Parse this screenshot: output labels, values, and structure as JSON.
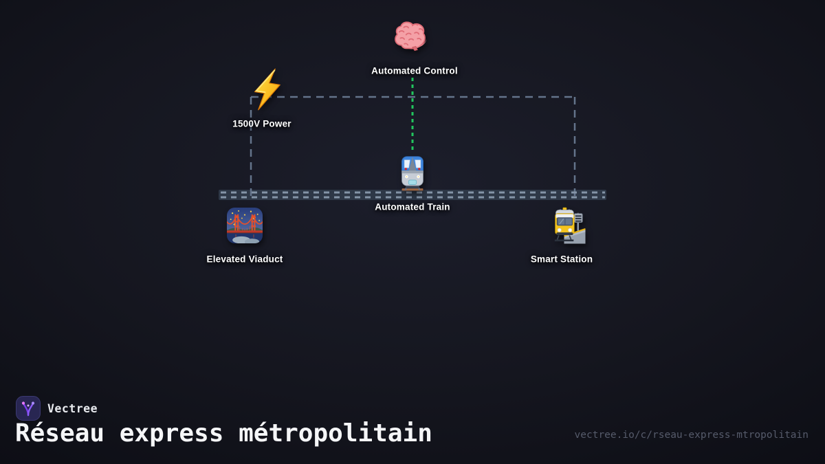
{
  "diagram": {
    "nodes": [
      {
        "label": "Automated Control",
        "icon": "brain-icon"
      },
      {
        "label": "1500V Power",
        "icon": "lightning-icon"
      },
      {
        "label": "Automated Train",
        "icon": "train-icon"
      },
      {
        "label": "Elevated Viaduct",
        "icon": "bridge-night-icon"
      },
      {
        "label": "Smart Station",
        "icon": "station-icon"
      }
    ],
    "edges": [
      {
        "from": "Automated Control",
        "to": "Automated Train",
        "style": "dashed",
        "color": "#22c55e"
      },
      {
        "from": "1500V Power",
        "to": "overhead line across track",
        "style": "dashed",
        "color": "#64748b"
      }
    ],
    "track": {
      "band_color": "#2e3847",
      "dash_color": "#8494a7"
    }
  },
  "footer": {
    "brand": "Vectree",
    "title": "Réseau express métropolitain",
    "url": "vectree.io/c/rseau-express-mtropolitain",
    "url_color": "#565b6b",
    "logo_bg": "#282652",
    "logo_accent": "#7c3aed"
  }
}
